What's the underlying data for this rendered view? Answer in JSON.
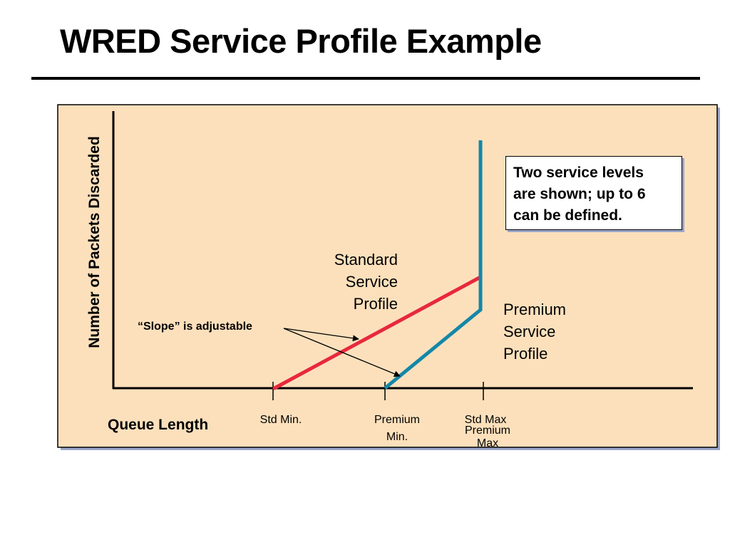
{
  "slide": {
    "title": "WRED Service Profile Example"
  },
  "diagram": {
    "y_axis_label": "Number of Packets Discarded",
    "x_axis_label": "Queue Length",
    "ticks": {
      "std_min": "Std Min.",
      "premium_min": [
        "Premium",
        "Min."
      ],
      "std_max": "Std Max",
      "premium_max": [
        "Premium",
        "Max"
      ]
    },
    "standard_profile_label": [
      "Standard",
      "Service",
      "Profile"
    ],
    "premium_profile_label": [
      "Premium",
      "Service",
      "Profile"
    ],
    "slope_note": "“Slope” is adjustable",
    "info_box": [
      "Two service levels",
      "are shown; up to 6",
      "can be defined."
    ]
  },
  "colors": {
    "panel_fill": "#fce0bc",
    "standard_line": "#e8283c",
    "premium_line": "#1487a8",
    "panel_shadow": "#9aa6c8"
  }
}
